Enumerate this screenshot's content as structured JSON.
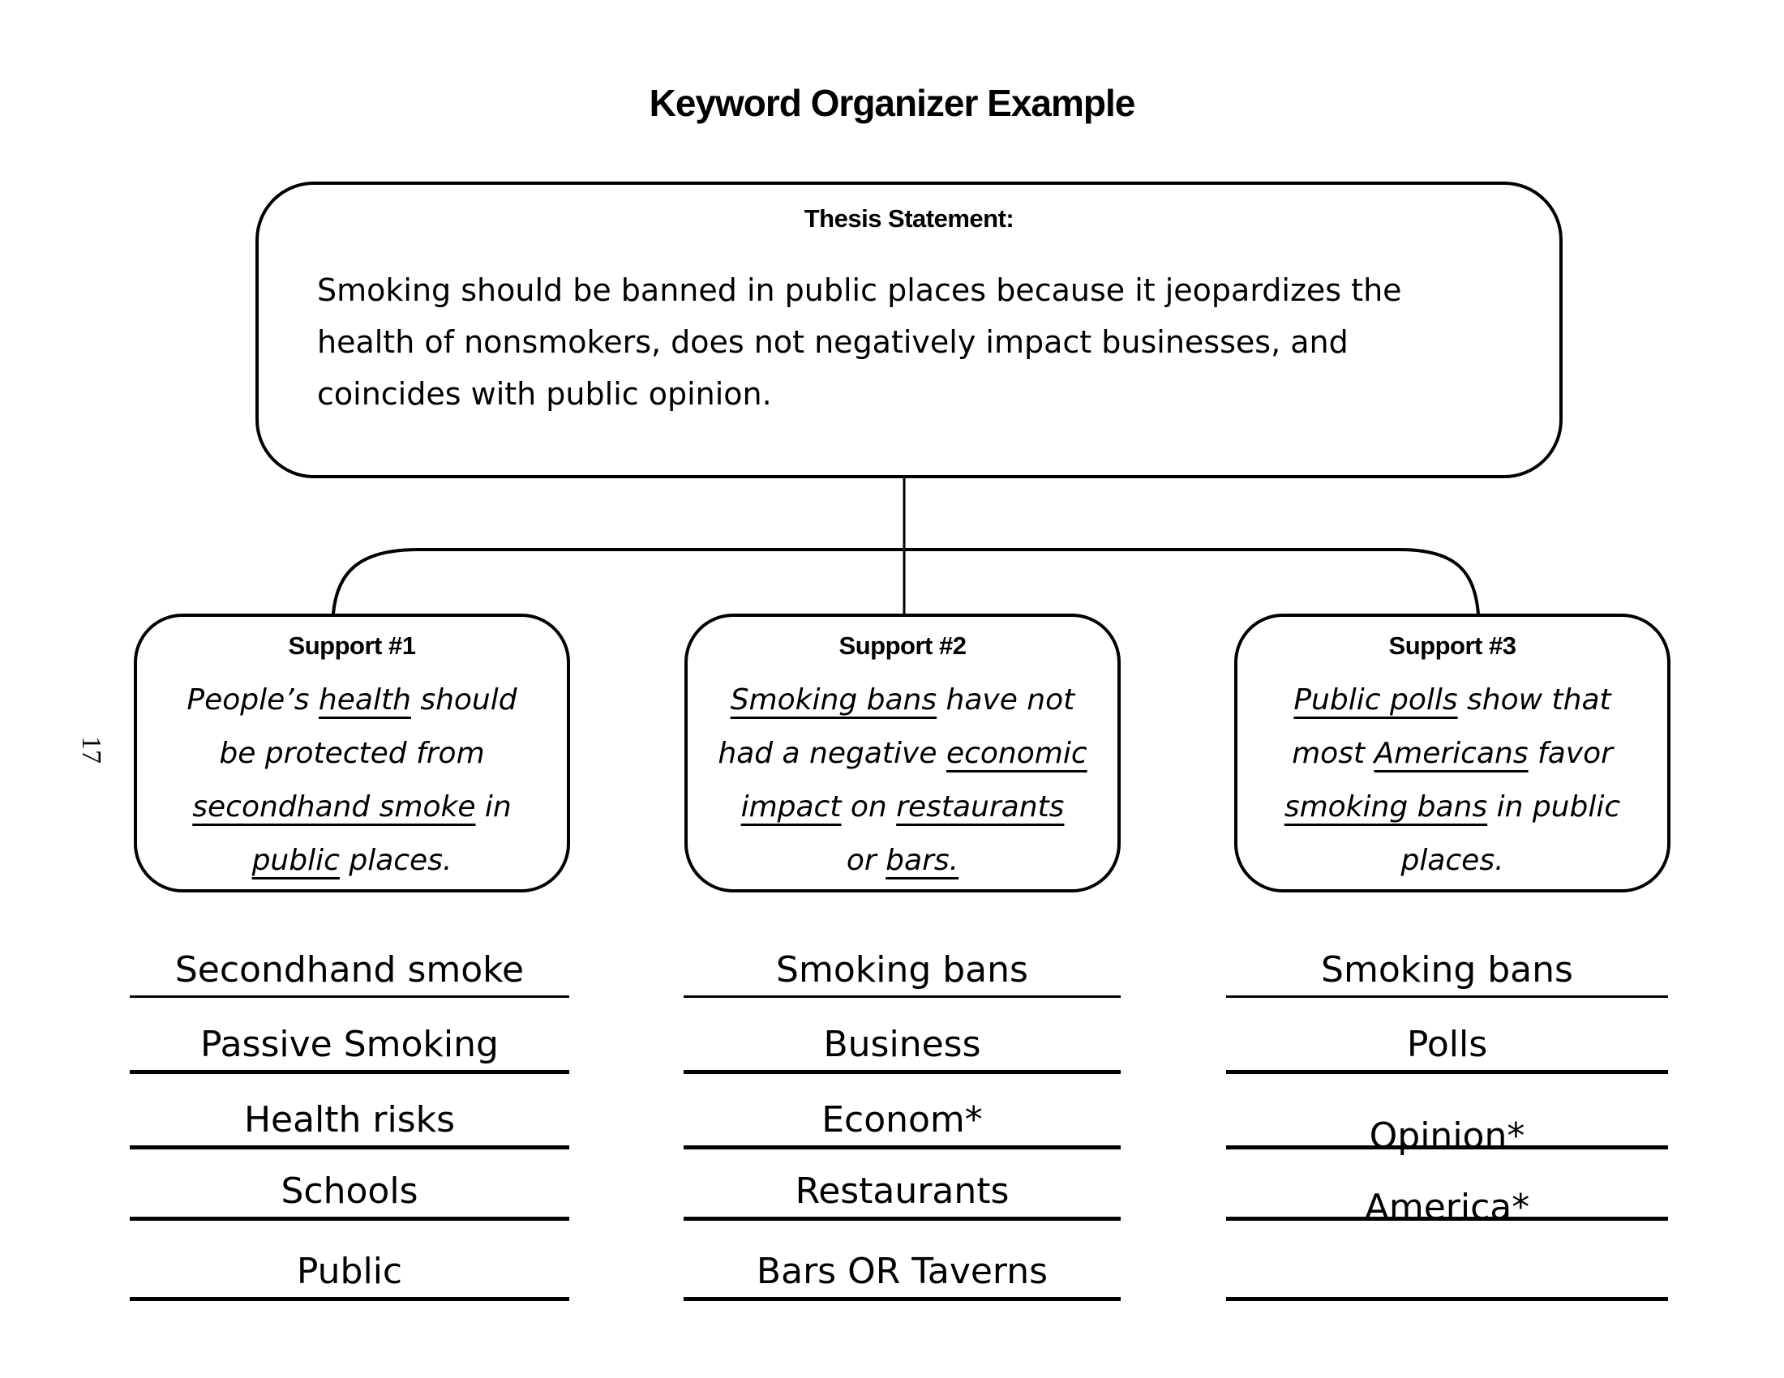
{
  "page": {
    "background": "#ffffff",
    "text_color": "#000000",
    "page_number_label": "17"
  },
  "title": "Keyword Organizer Example",
  "thesis": {
    "header": "Thesis Statement:",
    "lines": [
      "Smoking should be banned in public places because it jeopardizes the",
      "health of nonsmokers, does not negatively impact businesses, and",
      "coincides with public opinion."
    ]
  },
  "supports": [
    {
      "header": "Support #1",
      "lines": [
        [
          {
            "t": "People’s ",
            "u": false
          },
          {
            "t": "health",
            "u": true
          },
          {
            "t": " should",
            "u": false
          }
        ],
        [
          {
            "t": "be protected from",
            "u": false
          }
        ],
        [
          {
            "t": "secondhand smoke",
            "u": true
          },
          {
            "t": " in",
            "u": false
          }
        ],
        [
          {
            "t": "public",
            "u": true
          },
          {
            "t": " places.",
            "u": false
          }
        ]
      ],
      "keywords": [
        "Secondhand smoke",
        "Passive Smoking",
        "Health risks",
        "Schools",
        "Public"
      ]
    },
    {
      "header": "Support #2",
      "lines": [
        [
          {
            "t": "Smoking bans",
            "u": true
          },
          {
            "t": " have not",
            "u": false
          }
        ],
        [
          {
            "t": "had a negative ",
            "u": false
          },
          {
            "t": "economic",
            "u": true
          }
        ],
        [
          {
            "t": "impact",
            "u": true
          },
          {
            "t": " on ",
            "u": false
          },
          {
            "t": "restaurants",
            "u": true
          }
        ],
        [
          {
            "t": "or ",
            "u": false
          },
          {
            "t": "bars.",
            "u": true
          }
        ]
      ],
      "keywords": [
        "Smoking bans",
        "Business",
        "Econom*",
        "Restaurants",
        "Bars OR Taverns"
      ]
    },
    {
      "header": "Support #3",
      "lines": [
        [
          {
            "t": "Public polls",
            "u": true
          },
          {
            "t": " show that",
            "u": false
          }
        ],
        [
          {
            "t": "most ",
            "u": false
          },
          {
            "t": "Americans",
            "u": true
          },
          {
            "t": " favor",
            "u": false
          }
        ],
        [
          {
            "t": "smoking bans",
            "u": true
          },
          {
            "t": " in public",
            "u": false
          }
        ],
        [
          {
            "t": "places.",
            "u": false
          }
        ]
      ],
      "keywords": [
        "Smoking bans",
        "Polls",
        "Opinion*",
        "America*",
        ""
      ]
    }
  ]
}
